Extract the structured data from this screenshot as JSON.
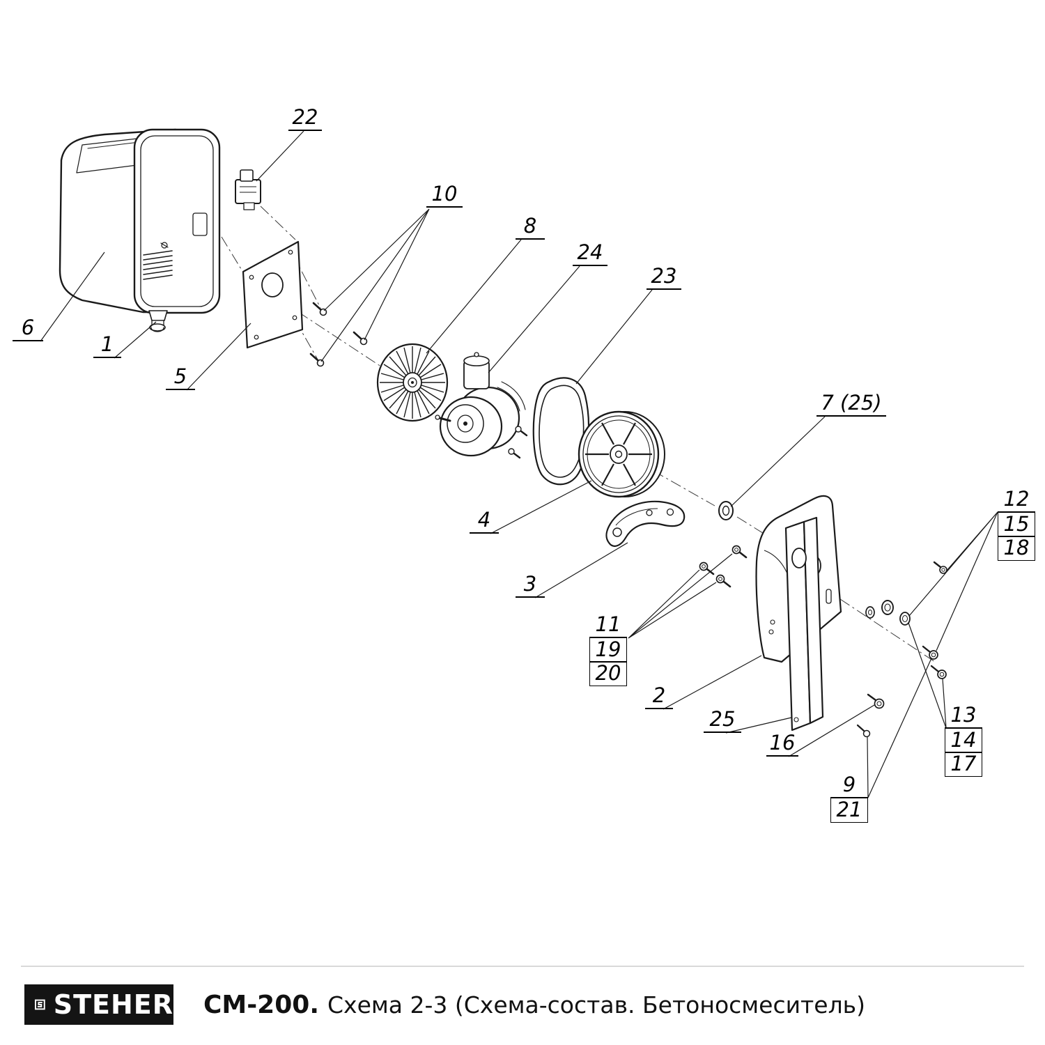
{
  "diagram": {
    "callouts": {
      "c22": "22",
      "c10": "10",
      "c8": "8",
      "c24": "24",
      "c23": "23",
      "c7_25": "7 (25)",
      "c6": "6",
      "c1": "1",
      "c5": "5",
      "c4": "4",
      "c3": "3",
      "c2": "2",
      "c25": "25",
      "c16": "16",
      "c12": "12",
      "c15": "15",
      "c18": "18",
      "c11": "11",
      "c19": "19",
      "c20": "20",
      "c13": "13",
      "c14": "14",
      "c17": "17",
      "c9": "9",
      "c21": "21"
    },
    "colors": {
      "drawing_line": "#1a1a1a",
      "logo_background": "#141414",
      "logo_text": "#ffffff"
    }
  },
  "footer": {
    "logo": "STEHER",
    "model": "СМ-200.",
    "scheme": "Схема 2-3 (Схема-состав. Бетоносмеситель)"
  }
}
